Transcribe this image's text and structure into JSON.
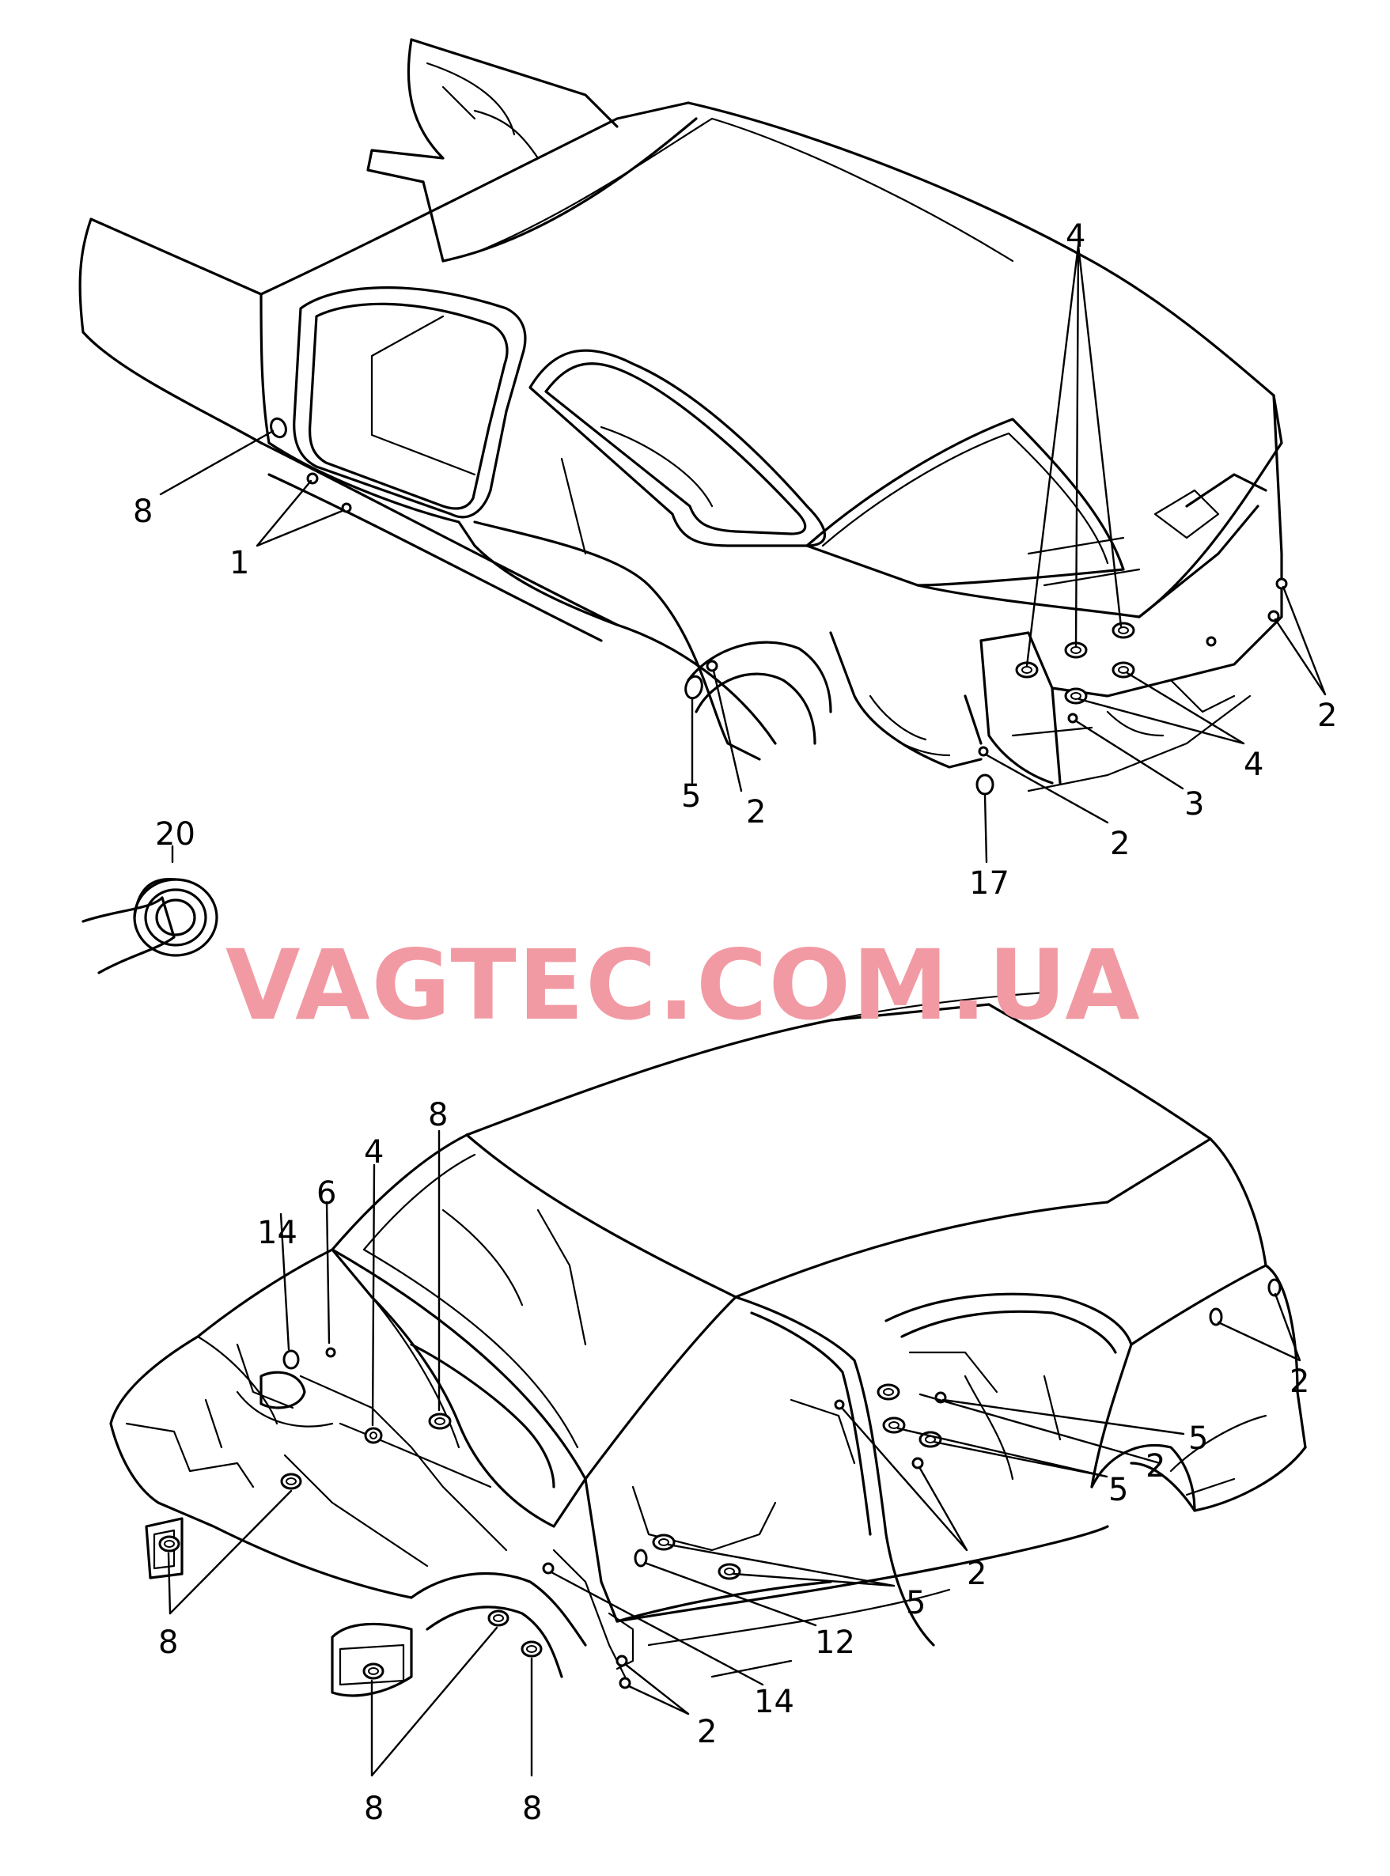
{
  "watermark": "VAGTEC.COM.UA",
  "callouts": {
    "c01": "8",
    "c02": "1",
    "c03": "4",
    "c04": "2",
    "c05": "4",
    "c06": "3",
    "c07": "5",
    "c08": "2",
    "c09": "2",
    "c10": "17",
    "c11": "20",
    "c12": "14",
    "c13": "6",
    "c14": "4",
    "c15": "8",
    "c16": "2",
    "c17": "5",
    "c18": "2",
    "c19": "5",
    "c20": "2",
    "c21": "5",
    "c22": "12",
    "c23": "14",
    "c24": "2",
    "c25": "8",
    "c26": "8",
    "c27": "8"
  }
}
